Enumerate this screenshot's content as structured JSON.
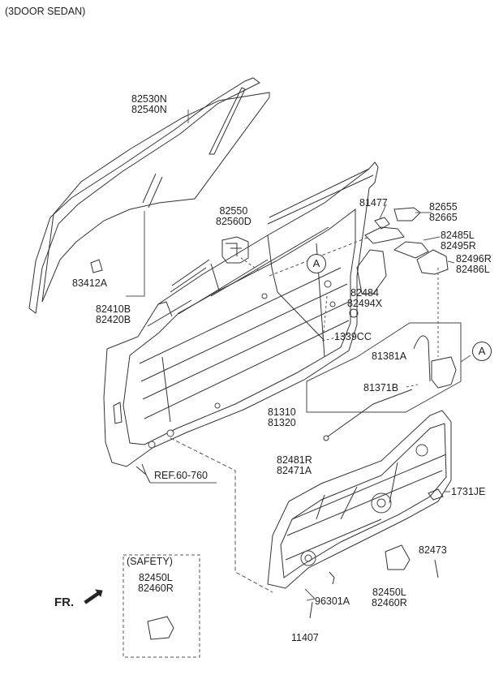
{
  "header": {
    "title": "(3DOOR SEDAN)"
  },
  "parts": {
    "glass": [
      "82530N",
      "82540N"
    ],
    "glass_clip": "83412A",
    "run_channel": [
      "82410B",
      "82420B"
    ],
    "bracket": [
      "82550",
      "82560D"
    ],
    "bolt_81477": "81477",
    "cover": [
      "82655",
      "82665"
    ],
    "handle_arm": [
      "82485L",
      "82495R"
    ],
    "handle_cover": [
      "82496R",
      "82486L"
    ],
    "inside_handle": [
      "82484",
      "82494X"
    ],
    "grommet": "1339CC",
    "rod": "81381A",
    "cable_b": "81371B",
    "latch_cable": [
      "81310",
      "81320"
    ],
    "regulator": [
      "82481R",
      "82471A"
    ],
    "plug": "1731JE",
    "screw": "82473",
    "motor_safety": [
      "82450L",
      "82460R"
    ],
    "motor": [
      "82450L",
      "82460R"
    ],
    "clip": "96301A",
    "bolt": "11407"
  },
  "ref": "REF.60-760",
  "safety_box": {
    "title": "(SAFETY)"
  },
  "callouts": {
    "a1": "A",
    "a2": "A"
  },
  "front_label": "FR."
}
